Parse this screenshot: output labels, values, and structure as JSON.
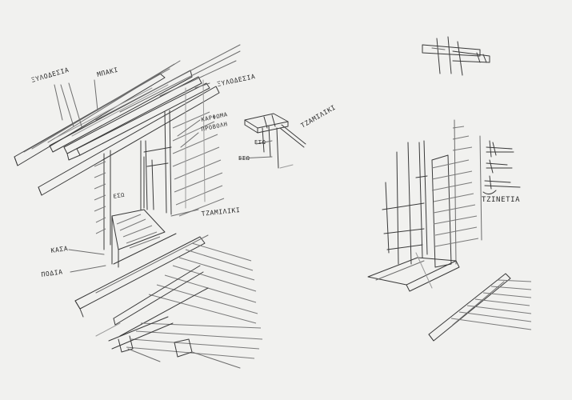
{
  "labels": {
    "xylodesia_1": "ΞΥΛΟΔΕΣΙΑ",
    "mpaki": "ΜΠΑΚΙ",
    "xylodesia_2": "ΞΥΛΟΔΕΣΙΑ",
    "karfoma": "ΚΑΡΦΩΜΑ",
    "provoli": "ΠΡΟΒΟΛΗ",
    "tzaminiki_1": "ΤΖΑΜΙΛΙΚΙ",
    "tzaminiki_2": "ΤΖΑΜΙΛΙΚΙ",
    "eso_1": "ΕΣΩ",
    "eso_2": "ΕΣΩ",
    "eso_3": "ΕΣΩ",
    "kasa": "ΚΑΣΑ",
    "podia": "ΠΟΔΙΑ",
    "tzinetia": "ΤΖΙΝΕΤΙΑ"
  }
}
